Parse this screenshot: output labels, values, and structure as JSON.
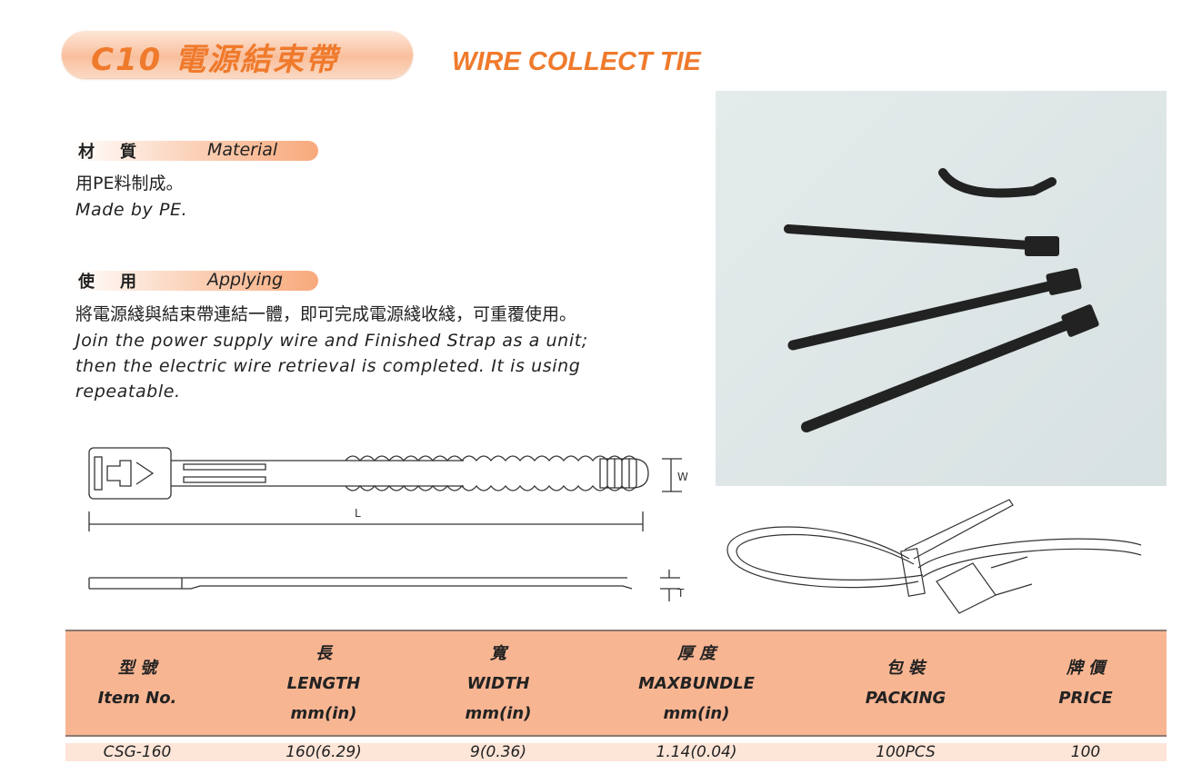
{
  "header": {
    "title": "C10 電源結束帶",
    "subtitle": "WIRE COLLECT TIE"
  },
  "material": {
    "label_cn": "材質",
    "label_en": "Material",
    "text_cn": "用PE料制成。",
    "text_en": "Made by PE."
  },
  "applying": {
    "label_cn": "使用",
    "label_en": "Applying",
    "text_cn": "將電源綫與結束帶連結一體，即可完成電源綫收綫，可重覆使用。",
    "text_en_lines": [
      "Join the power supply wire and Finished Strap as a unit;",
      "then the electric wire retrieval is completed. It is using",
      "repeatable."
    ]
  },
  "diagram": {
    "width_label": "W",
    "length_label": "L",
    "thickness_label": "T"
  },
  "table": {
    "headers": [
      {
        "cn": "型 號",
        "en": "Item No.",
        "unit": ""
      },
      {
        "cn": "長",
        "en": "LENGTH",
        "unit": "mm(in)"
      },
      {
        "cn": "寬",
        "en": "WIDTH",
        "unit": "mm(in)"
      },
      {
        "cn": "厚 度",
        "en": "MAXBUNDLE",
        "unit": "mm(in)"
      },
      {
        "cn": "包 裝",
        "en": "PACKING",
        "unit": ""
      },
      {
        "cn": "牌 價",
        "en": "PRICE",
        "unit": ""
      }
    ],
    "rows": [
      [
        "CSG-160",
        "160(6.29)",
        "9(0.36)",
        "1.14(0.04)",
        "100PCS",
        "100"
      ]
    ]
  },
  "colors": {
    "accent": "#ef7a2c",
    "header_band": "#f8b592",
    "row_band": "#fde5d8"
  }
}
